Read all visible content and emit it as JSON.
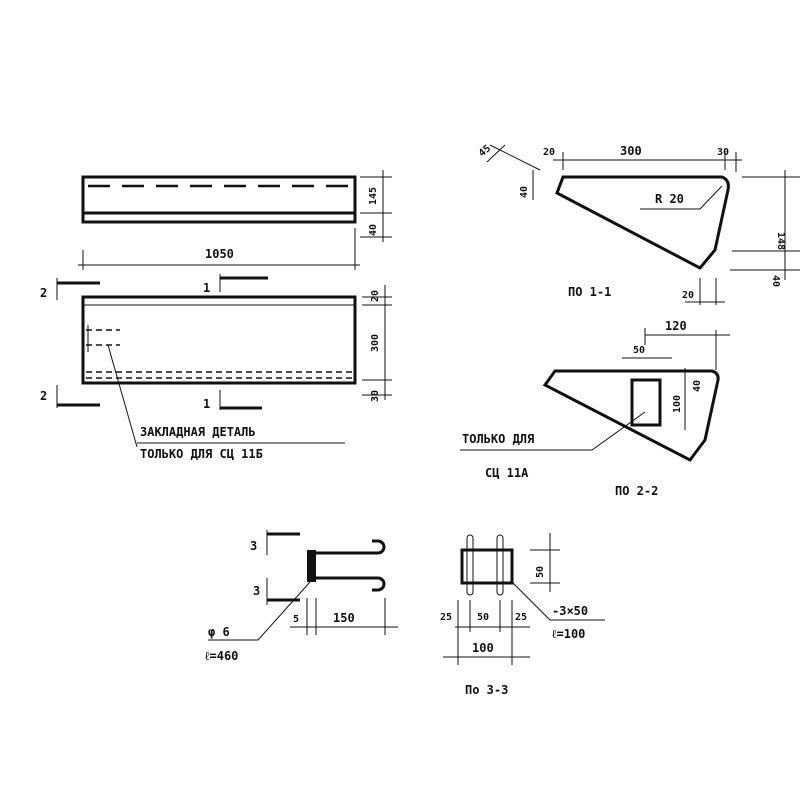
{
  "elevation": {
    "length": "1050",
    "h1": "145",
    "h2": "40"
  },
  "plan": {
    "d_top": "20",
    "d_mid": "300",
    "d_bot": "30",
    "sec1": "1",
    "sec2": "2",
    "note_line1": "ЗАКЛАДНАЯ ДЕТАЛЬ",
    "note_line2": "ТОЛЬКО ДЛЯ СЦ 11Б"
  },
  "section11": {
    "title": "ПО 1-1",
    "d_left": "20",
    "d_top": "300",
    "d_right": "30",
    "d_slant": "45",
    "d_40": "40",
    "radius": "R 20",
    "d_h": "148",
    "d_hb": "40",
    "d_bot": "20"
  },
  "section22": {
    "title": "ПО 2-2",
    "d_120": "120",
    "d_50": "50",
    "d_100": "100",
    "d_40": "40",
    "note_line1": "ТОЛЬКО ДЛЯ",
    "note_line2": "СЦ 11А"
  },
  "anchor": {
    "sec3": "3",
    "bar": "φ 6",
    "bar_len": "ℓ=460",
    "d_5": "5",
    "d_150": "150"
  },
  "section33": {
    "title": "По 3-3",
    "d_25a": "25",
    "d_50": "50",
    "d_25b": "25",
    "d_100": "100",
    "d_h": "50",
    "plate": "-3×50",
    "plate_len": "ℓ=100"
  }
}
